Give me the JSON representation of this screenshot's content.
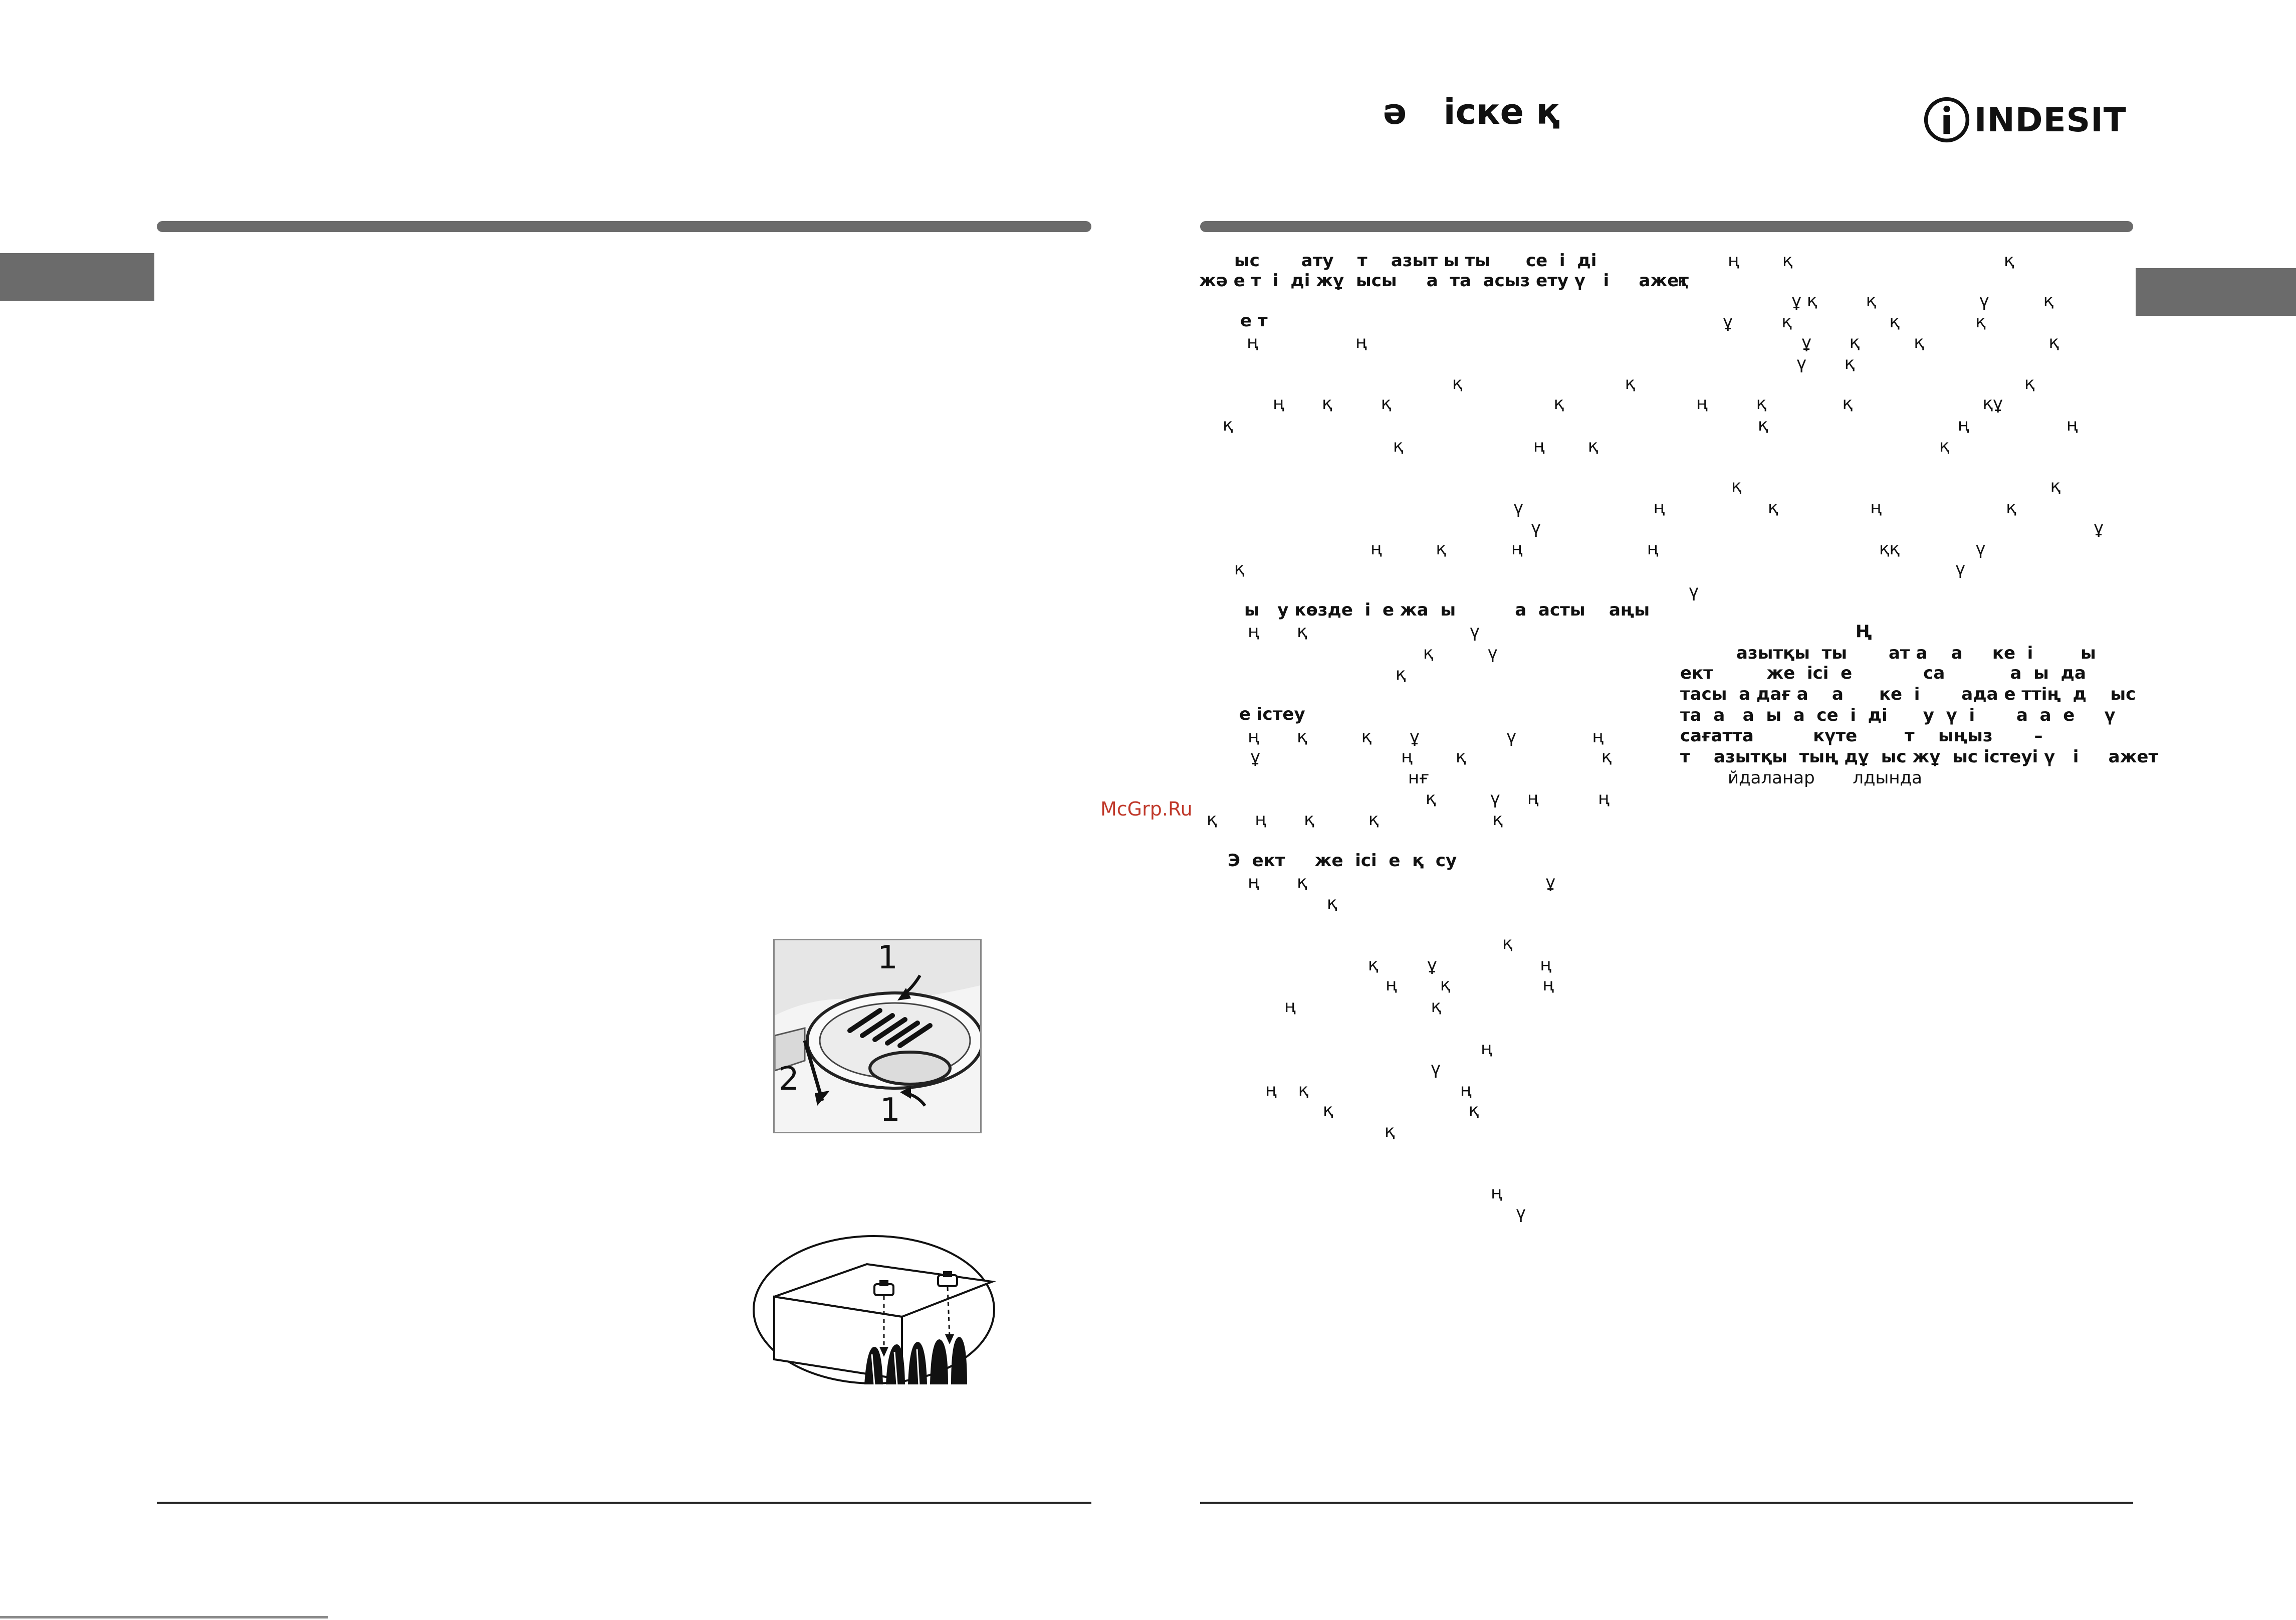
{
  "header": {
    "title": "ә   іске қ",
    "logo_text": "INDESIT"
  },
  "watermark": "McGrp.Ru",
  "figure": {
    "label_top": "1",
    "label_left": "2",
    "label_bottom": "1"
  },
  "left_column_lines": [
    "ыс       ату    т    азыт ы ты      се  і  ді",
    "жә е т  і  ді жұ  ысы     а  та  асыз ету ү   і     ажет",
    "е т",
    "ң                  ң",
    "қ                              қ",
    "ң       қ         қ                              қ",
    "қ",
    "қ                        ң        қ",
    "ү                        ң",
    "ү",
    "ң          қ            ң                       ң",
    "қ",
    "ү",
    "ы   у көзде  і  е жа  ы          а  асты    аңы",
    "ң       қ                              ү",
    "қ          ү",
    "қ",
    "е істеу",
    "ң       қ          қ       ұ                ү              ң",
    "ұ                          ң        қ                         қ",
    "нғ",
    "қ          ү     ң           ң",
    "қ       ң       қ          қ                     қ",
    "Э  ект     же  ісі  е  қ  су",
    "ң       қ                                            ұ",
    "қ",
    "қ",
    "қ         ұ                   ң",
    "ң        қ                 ң",
    "ң                         қ",
    "ң",
    "ү",
    "ң    қ                            ң",
    "қ                         қ",
    "қ",
    "ң",
    "ү"
  ],
  "right_column_lines": [
    "ң        қ                                       қ",
    "қ",
    "ұ қ         қ                   ү          қ",
    "ұ         қ                  қ              қ",
    "ұ       қ          қ                       қ",
    "ү       қ",
    "қ",
    "ң         қ              қ                        құ",
    "қ                                   ң                  ң",
    "қ",
    "қ                                                         қ",
    "қ                 ң                       қ",
    "ұ",
    "ққ              ү",
    "ү",
    "Ң",
    "азытқы  ты       ат а    а     ке  і        ы",
    "ект         же  ісі  е            са           а  ы  да",
    "тасы  а дағ а    а      ке  і       ада е ттің  д    ыс",
    "та  а   а  ы  а  се  і  ді      у  ү  і       а  а  е     ү",
    "сағатта          күте        т    ыңыз       –",
    "т    азытқы  тың дұ  ыс жұ  ыс істеуі ү   і     ажет",
    "йдаланар       лдында"
  ]
}
